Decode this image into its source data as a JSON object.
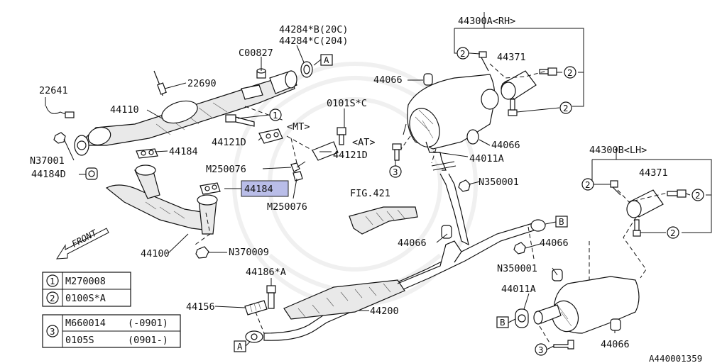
{
  "diagram": {
    "figure_id": "A440001359",
    "front_label": "FRONT",
    "fig_ref": "FIG.421",
    "selected_part": "44184",
    "parts": {
      "p22641": "22641",
      "p44110": "44110",
      "p22690": "22690",
      "pC00827": "C00827",
      "p44284B": "44284*B(20C)",
      "p44284C": "44284*C(204)",
      "p44300A": "44300A<RH>",
      "p44371a": "44371",
      "p44066a": "44066",
      "p0101S": "0101S*C",
      "pMT": "<MT>",
      "pAT": "<AT>",
      "p44121Da": "44121D",
      "p44121Db": "44121D",
      "p44066b": "44066",
      "p44011Aa": "44011A",
      "pN37001": "N37001",
      "p44184a": "44184",
      "p44184D": "44184D",
      "pM250076a": "M250076",
      "p44184sel": "44184",
      "pM250076b": "M250076",
      "pN350001a": "N350001",
      "p44300B": "44300B<LH>",
      "p44371b": "44371",
      "p44066c": "44066",
      "p44100": "44100",
      "pN370009": "N370009",
      "p44066d": "44066",
      "pN350001b": "N350001",
      "p44186A": "44186*A",
      "p44011Ab": "44011A",
      "p44156": "44156",
      "p44200": "44200",
      "p44066e": "44066"
    },
    "callouts": {
      "A": "A",
      "B": "B",
      "c1": "1",
      "c2": "2",
      "c3": "3"
    },
    "legend": {
      "row1": {
        "num": "1",
        "part": "M270008"
      },
      "row2": {
        "num": "2",
        "part": "0100S*A"
      },
      "row3": {
        "num": "3",
        "part_a": "M660014",
        "range_a": "(-0901)",
        "part_b": "0105S",
        "range_b": "(0901-)"
      }
    }
  }
}
